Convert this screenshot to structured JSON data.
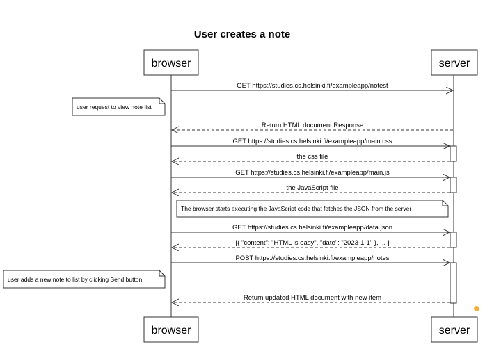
{
  "diagram": {
    "title": "User creates a note",
    "participants": {
      "browser": "browser",
      "server": "server"
    },
    "messages": [
      {
        "label": "GET https://studies.cs.helsinki.fi/exampleapp/notest",
        "from": "browser",
        "to": "server",
        "style": "solid"
      },
      {
        "label": "Return HTML document Response",
        "from": "server",
        "to": "browser",
        "style": "dashed"
      },
      {
        "label": "GET https://studies.cs.helsinki.fi/exampleapp/main.css",
        "from": "browser",
        "to": "server",
        "style": "solid"
      },
      {
        "label": "the css file",
        "from": "server",
        "to": "browser",
        "style": "dashed"
      },
      {
        "label": "GET https://studies.cs.helsinki.fi/exampleapp/main.js",
        "from": "browser",
        "to": "server",
        "style": "solid"
      },
      {
        "label": "the JavaScript file",
        "from": "server",
        "to": "browser",
        "style": "dashed"
      },
      {
        "label": "GET https://studies.cs.helsinki.fi/exampleapp/data.json",
        "from": "browser",
        "to": "server",
        "style": "solid"
      },
      {
        "label": "[{ \"content\": \"HTML is easy\", \"date\": \"2023-1-1\" }, ... ]",
        "from": "server",
        "to": "browser",
        "style": "dashed"
      },
      {
        "label": "POST https://studies.cs.helsinki.fi/exampleapp/notes",
        "from": "browser",
        "to": "server",
        "style": "solid"
      },
      {
        "label": "Return updated HTML document with new item",
        "from": "server",
        "to": "browser",
        "style": "dashed"
      }
    ],
    "notes": [
      {
        "text": "user request to view note list"
      },
      {
        "text": "The browser starts executing the JavaScript code that fetches the JSON from the server"
      },
      {
        "text": "user adds a new note to list by clicking Send button"
      }
    ],
    "colors": {
      "line": "#333333",
      "note_fill": "#ffffff",
      "dot": "#f5b041"
    }
  }
}
